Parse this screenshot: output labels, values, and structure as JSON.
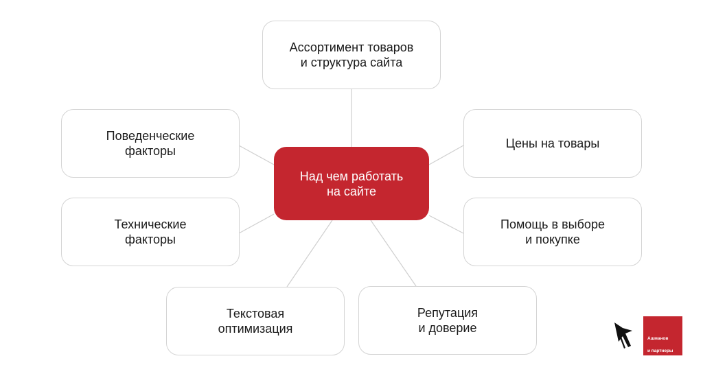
{
  "diagram": {
    "center": {
      "label": "Над чем работать\nна сайте",
      "color": "#c4262f"
    },
    "nodes": [
      {
        "id": "assortment",
        "label": "Ассортимент товаров\nи структура сайта"
      },
      {
        "id": "behavior",
        "label": "Поведенческие\nфакторы"
      },
      {
        "id": "prices",
        "label": "Цены на товары"
      },
      {
        "id": "technical",
        "label": "Технические\nфакторы"
      },
      {
        "id": "help",
        "label": "Помощь в выборе\nи покупке"
      },
      {
        "id": "text",
        "label": "Текстовая\nоптимизация"
      },
      {
        "id": "reputation",
        "label": "Репутация\nи доверие"
      }
    ]
  },
  "brand": {
    "logo_icon": "cursor-letter-a-icon",
    "text": "Ашманов\nи партнеры",
    "color": "#c4262f"
  }
}
